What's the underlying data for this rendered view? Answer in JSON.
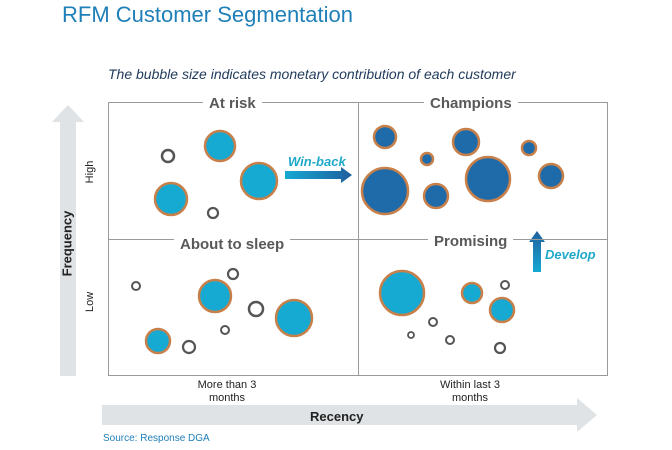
{
  "title": "RFM Customer Segmentation",
  "subtitle": "The bubble size indicates monetary contribution of each customer",
  "quadrants": {
    "top_left": "At risk",
    "top_right": "Champions",
    "bottom_left": "About to sleep",
    "bottom_right": "Promising"
  },
  "y_axis": {
    "label": "Frequency",
    "high": "High",
    "low": "Low"
  },
  "x_axis": {
    "label": "Recency",
    "left": "More than 3\nmonths",
    "right": "Within last 3\nmonths"
  },
  "annotations": {
    "win_back": "Win-back",
    "develop": "Develop"
  },
  "source": "Source: Response DGA",
  "colors": {
    "title": "#1f7fb8",
    "light_bubble": "#16a9d2",
    "dark_bubble": "#1f6aa8",
    "bubble_outline": "#c8804a",
    "hollow_outline": "#555555",
    "axis_arrow": "#dfe3e5"
  }
}
